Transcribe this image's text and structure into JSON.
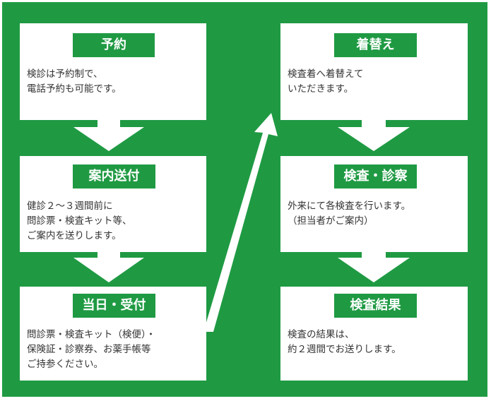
{
  "colors": {
    "green": "#1f9a43",
    "card": "#ffffff",
    "text": "#333333"
  },
  "steps": [
    {
      "title": "予約",
      "description": "検診は予約制で、\n電話予約も可能です。"
    },
    {
      "title": "案内送付",
      "description": "健診２～３週間前に\n問診票・検査キット等、\nご案内を送りします。"
    },
    {
      "title": "当日・受付",
      "description": "問診票・検査キット（検便）・\n保険証・診察券、お薬手帳等\nご持参ください。"
    },
    {
      "title": "着替え",
      "description": "検査着へ着替えて\nいただきます。"
    },
    {
      "title": "検査・診察",
      "description": "外来にて各検査を行います。\n（担当者がご案内）"
    },
    {
      "title": "検査結果",
      "description": "検査の結果は、\n約２週間でお送りします。"
    }
  ]
}
